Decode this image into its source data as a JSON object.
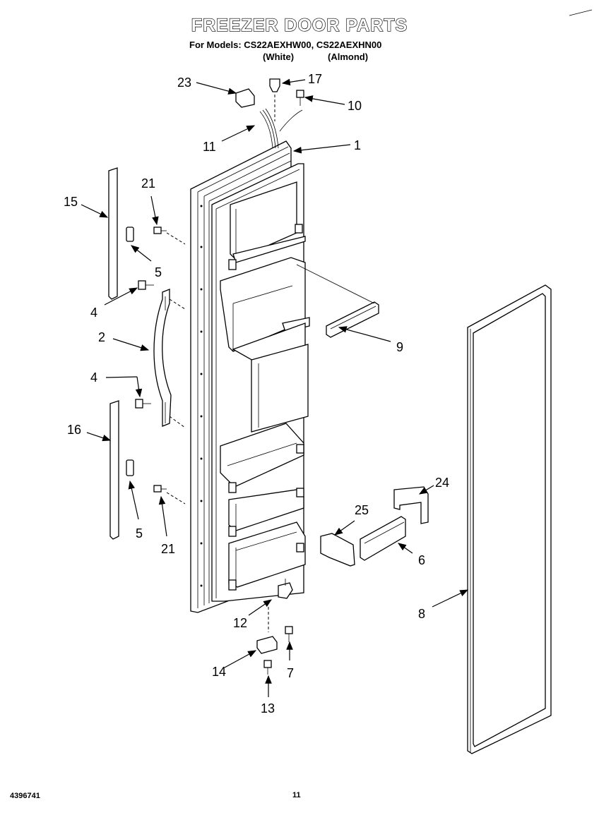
{
  "header": {
    "title": "FREEZER DOOR PARTS",
    "models_line": "For Models: CS22AEXHW00, CS22AEXHN00",
    "color_white": "(White)",
    "color_almond": "(Almond)"
  },
  "callouts": [
    "23",
    "17",
    "10",
    "11",
    "1",
    "21",
    "15",
    "5",
    "4",
    "2",
    "9",
    "4",
    "16",
    "5",
    "21",
    "24",
    "25",
    "6",
    "12",
    "8",
    "14",
    "7",
    "13"
  ],
  "footer": {
    "doc_number": "4396741",
    "page_number": "11"
  }
}
